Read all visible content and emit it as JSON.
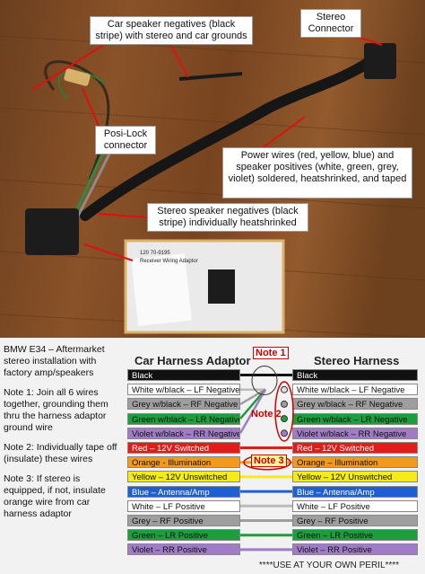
{
  "callouts": [
    {
      "id": "c1",
      "text": "Car speaker negatives (black stripe) with stereo and car grounds"
    },
    {
      "id": "c2",
      "text": "Stereo Connector"
    },
    {
      "id": "c3",
      "text": "Posi-Lock connector"
    },
    {
      "id": "c4",
      "text": "Power wires (red, yellow, blue) and speaker positives (white, green, grey, violet) soldered, heatshrinked, and taped"
    },
    {
      "id": "c5",
      "text": "Stereo speaker negatives (black stripe) individually heatshrinked"
    }
  ],
  "package_label": {
    "part": "120 70-9195",
    "name": "Receiver Wiring Adaptor"
  },
  "notes": [
    "BMW E34 – Aftermarket stereo installation  with factory amp/speakers",
    "Note 1: Join all 6 wires together, grounding them thru the harness adaptor ground wire",
    "Note 2: Individually tape off (insulate) these wires",
    "Note 3: If stereo is equipped, if not, insulate orange wire from car harness adaptor"
  ],
  "diagram": {
    "left_title": "Car Harness Adaptor",
    "right_title": "Stereo Harness",
    "note1": "Note 1",
    "note2": "Note 2",
    "note3": "Note 3",
    "left_rows": [
      {
        "label": "Black",
        "bg": "#111111",
        "fg": "#ffffff"
      },
      {
        "label": "White w/black – LF Negative",
        "bg": "#ffffff",
        "fg": "#111111"
      },
      {
        "label": "Grey w/black – RF Negative",
        "bg": "#9e9e9e",
        "fg": "#111111"
      },
      {
        "label": "Green w/black – LR Negative",
        "bg": "#1e9e3a",
        "fg": "#111111"
      },
      {
        "label": "Violet w/black – RR Negative",
        "bg": "#a07cc8",
        "fg": "#111111"
      },
      {
        "label": "Red – 12V Switched",
        "bg": "#e21b1b",
        "fg": "#ffffff"
      },
      {
        "label": "Orange - Illumination",
        "bg": "#f39a1e",
        "fg": "#111111"
      },
      {
        "label": "Yellow – 12V Unswitched",
        "bg": "#f5ea1a",
        "fg": "#111111"
      },
      {
        "label": "Blue – Antenna/Amp",
        "bg": "#1f5fd6",
        "fg": "#ffffff"
      },
      {
        "label": "White – LF Positive",
        "bg": "#ffffff",
        "fg": "#111111"
      },
      {
        "label": "Grey – RF Positive",
        "bg": "#9e9e9e",
        "fg": "#111111"
      },
      {
        "label": "Green – LR Positive",
        "bg": "#1e9e3a",
        "fg": "#111111"
      },
      {
        "label": "Violet – RR Positive",
        "bg": "#a07cc8",
        "fg": "#111111"
      }
    ],
    "right_rows": [
      {
        "label": "Black",
        "bg": "#111111",
        "fg": "#ffffff"
      },
      {
        "label": "White w/black – LF Negative",
        "bg": "#ffffff",
        "fg": "#111111"
      },
      {
        "label": "Grey w/black – RF Negative",
        "bg": "#9e9e9e",
        "fg": "#111111"
      },
      {
        "label": "Green w/black – LR Negative",
        "bg": "#1e9e3a",
        "fg": "#111111"
      },
      {
        "label": "Violet w/black – RR Negative",
        "bg": "#a07cc8",
        "fg": "#111111"
      },
      {
        "label": "Red – 12V Switched",
        "bg": "#e21b1b",
        "fg": "#ffffff"
      },
      {
        "label": "Orange – Illumination",
        "bg": "#f39a1e",
        "fg": "#111111"
      },
      {
        "label": "Yellow – 12V Unswitched",
        "bg": "#f5ea1a",
        "fg": "#111111"
      },
      {
        "label": "Blue – Antenna/Amp",
        "bg": "#1f5fd6",
        "fg": "#ffffff"
      },
      {
        "label": "White – LF Positive",
        "bg": "#ffffff",
        "fg": "#111111"
      },
      {
        "label": "Grey – RF Positive",
        "bg": "#9e9e9e",
        "fg": "#111111"
      },
      {
        "label": "Green – LR Positive",
        "bg": "#1e9e3a",
        "fg": "#111111"
      },
      {
        "label": "Violet – RR Positive",
        "bg": "#a07cc8",
        "fg": "#111111"
      }
    ],
    "footer": "****USE AT YOUR OWN PERIL****"
  }
}
